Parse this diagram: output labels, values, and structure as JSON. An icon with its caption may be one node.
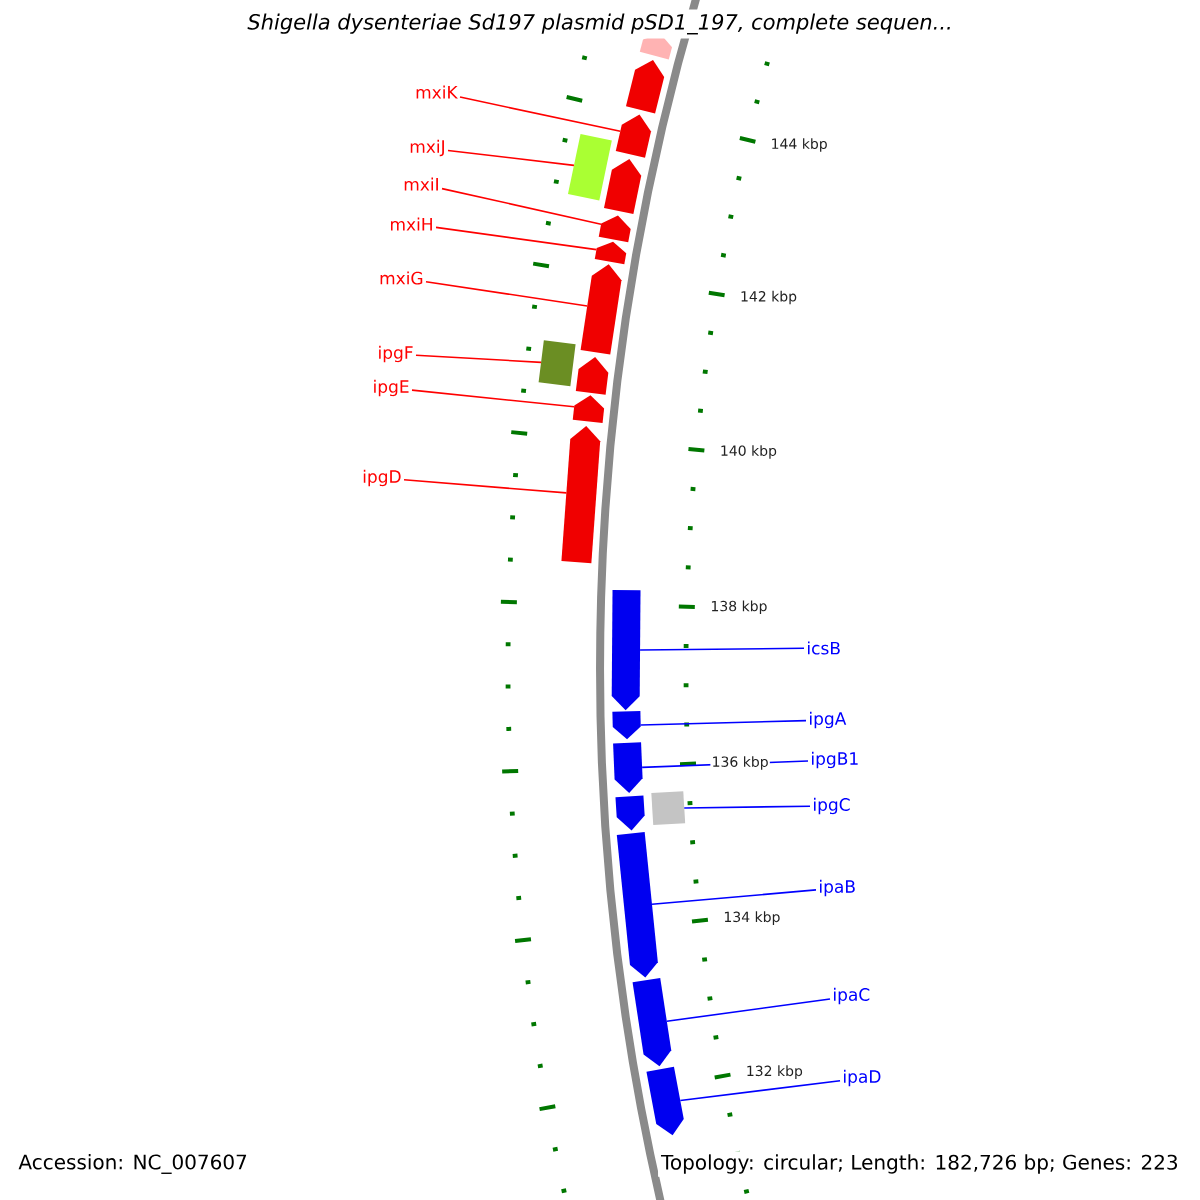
{
  "diagram": {
    "title": "Shigella dysenteriae Sd197 plasmid pSD1_197, complete sequen...",
    "nodes": [
      {
        "text": [
          "mxiK"
        ]
      },
      {
        "text": [
          "mxiJ"
        ]
      },
      {
        "text": [
          "mxiI"
        ]
      },
      {
        "text": [
          "mxiH"
        ]
      },
      {
        "text": [
          "mxiG"
        ]
      },
      {
        "text": [
          "ipgF"
        ]
      },
      {
        "text": [
          "ipgE"
        ]
      },
      {
        "text": [
          "ipgD"
        ]
      },
      {
        "text": [],
        "shape": "bar"
      },
      {
        "text": [],
        "shape": "bar"
      },
      {
        "text": [],
        "shape": "bar"
      },
      {
        "text": [],
        "shape": "box"
      },
      {
        "text": [],
        "shape": "bar"
      },
      {
        "text": [],
        "shape": "bar"
      },
      {
        "text": [],
        "shape": "bar"
      },
      {
        "text": [],
        "shape": "bar"
      },
      {
        "text": [],
        "shape": "box"
      },
      {
        "text": [],
        "shape": "bar"
      },
      {
        "text": [],
        "shape": "bar"
      },
      {
        "text": [],
        "shape": "bar"
      },
      {
        "text": [
          "icsB"
        ]
      },
      {
        "text": [
          "ipgA"
        ]
      },
      {
        "text": [
          "ipgB1"
        ]
      },
      {
        "text": [
          "ipgC"
        ]
      },
      {
        "text": [
          "ipaB"
        ]
      },
      {
        "text": [
          "ipaC"
        ]
      },
      {
        "text": [
          "ipaD"
        ]
      },
      {
        "text": [],
        "shape": "bar"
      },
      {
        "text": [],
        "shape": "bar"
      },
      {
        "text": [],
        "shape": "bar"
      },
      {
        "text": [],
        "shape": "box"
      },
      {
        "text": [],
        "shape": "bar"
      },
      {
        "text": [],
        "shape": "bar"
      },
      {
        "text": [],
        "shape": "bar"
      },
      {
        "text": [],
        "shape": "bar"
      }
    ],
    "edges": [
      {
        "from": 0,
        "to": 10,
        "arrow": "none",
        "color": "#ff0000"
      },
      {
        "from": 1,
        "to": 11,
        "arrow": "none",
        "color": "#ff0000"
      },
      {
        "from": 2,
        "to": 13,
        "arrow": "none",
        "color": "#ff0000"
      },
      {
        "from": 3,
        "to": 14,
        "arrow": "none",
        "color": "#ff0000"
      },
      {
        "from": 4,
        "to": 15,
        "arrow": "none",
        "color": "#ff0000"
      },
      {
        "from": 5,
        "to": 16,
        "arrow": "none",
        "color": "#ff0000"
      },
      {
        "from": 6,
        "to": 18,
        "arrow": "none",
        "color": "#ff0000"
      },
      {
        "from": 7,
        "to": 19,
        "arrow": "none",
        "color": "#ff0000"
      },
      {
        "from": 20,
        "to": 27,
        "arrow": "none",
        "color": "#0000ff"
      },
      {
        "from": 21,
        "to": 28,
        "arrow": "none",
        "color": "#0000ff"
      },
      {
        "from": 22,
        "to": 29,
        "arrow": "none",
        "color": "#0000ff"
      },
      {
        "from": 23,
        "to": 30,
        "arrow": "none",
        "color": "#0000ff"
      },
      {
        "from": 24,
        "to": 32,
        "arrow": "none",
        "color": "#0000ff"
      },
      {
        "from": 25,
        "to": 33,
        "arrow": "none",
        "color": "#0000ff"
      },
      {
        "from": 26,
        "to": 34,
        "arrow": "none",
        "color": "#0000ff"
      }
    ],
    "labels": [
      "144 kbp",
      "142 kbp",
      "140 kbp",
      "138 kbp",
      "136 kbp",
      "134 kbp",
      "132 kbp",
      "Accession: NC_007607",
      "Topology: circular; Length: 182,726 bp; Genes: 223"
    ]
  }
}
